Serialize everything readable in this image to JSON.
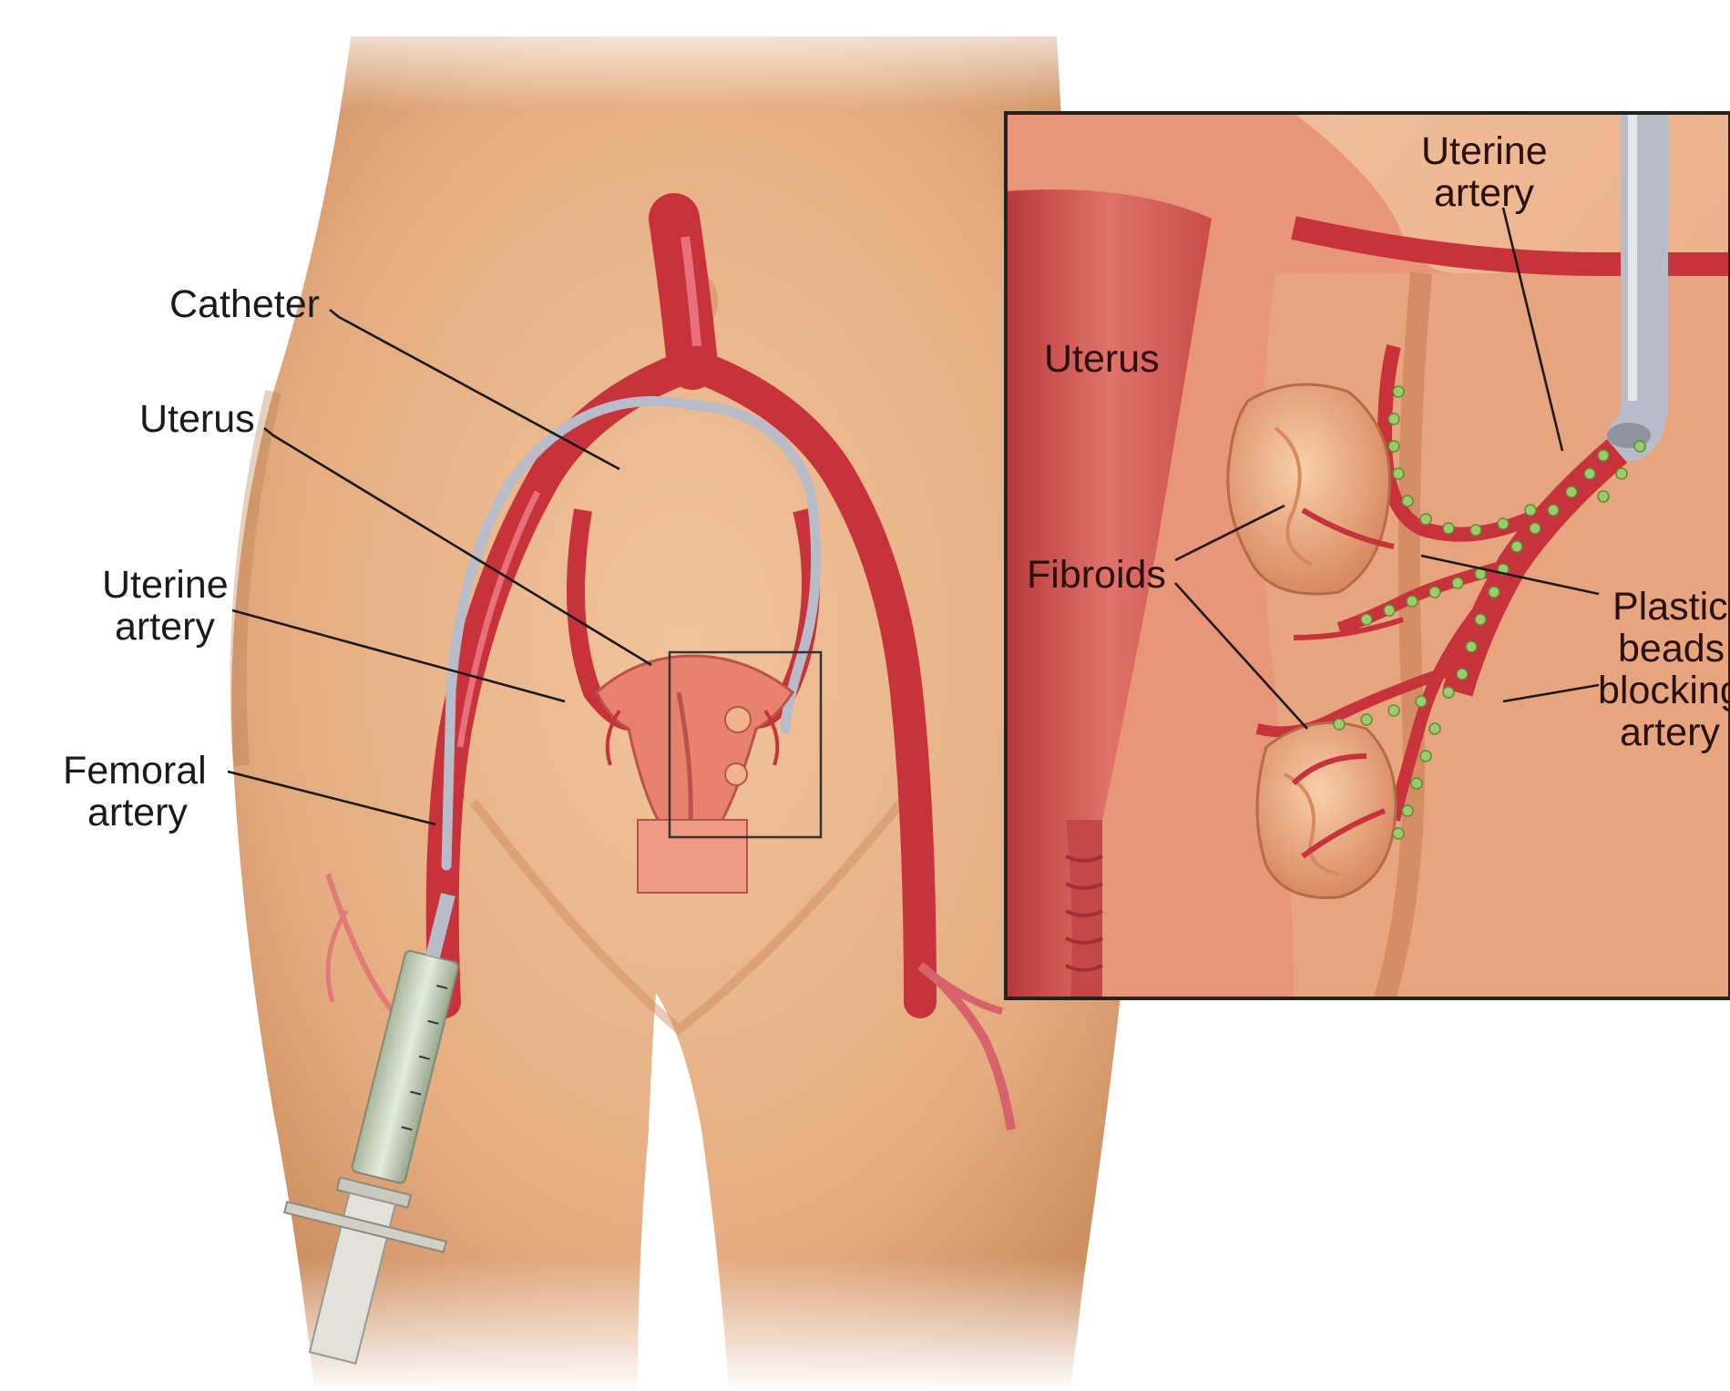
{
  "labels": {
    "catheter": "Catheter",
    "uterus_main": "Uterus",
    "uterine_artery_main_1": "Uterine",
    "uterine_artery_main_2": "artery",
    "femoral_artery_1": "Femoral",
    "femoral_artery_2": "artery",
    "inset_uterine_artery_1": "Uterine",
    "inset_uterine_artery_2": "artery",
    "inset_uterus": "Uterus",
    "inset_fibroids": "Fibroids",
    "plastic_beads_1": "Plastic",
    "plastic_beads_2": "beads",
    "plastic_beads_3": "blocking",
    "plastic_beads_4": "artery"
  },
  "colors": {
    "skin": "#e9b58a",
    "skin_shadow": "#c98a5c",
    "artery": "#c8323a",
    "artery_dark": "#9e1e26",
    "catheter": "#b8bcc8",
    "uterus_tissue": "#e8826f",
    "fibroid": "#efb48c",
    "bead": "#9ccc6a",
    "syringe_glass": "#cfd8c8",
    "inset_border": "#222222"
  }
}
